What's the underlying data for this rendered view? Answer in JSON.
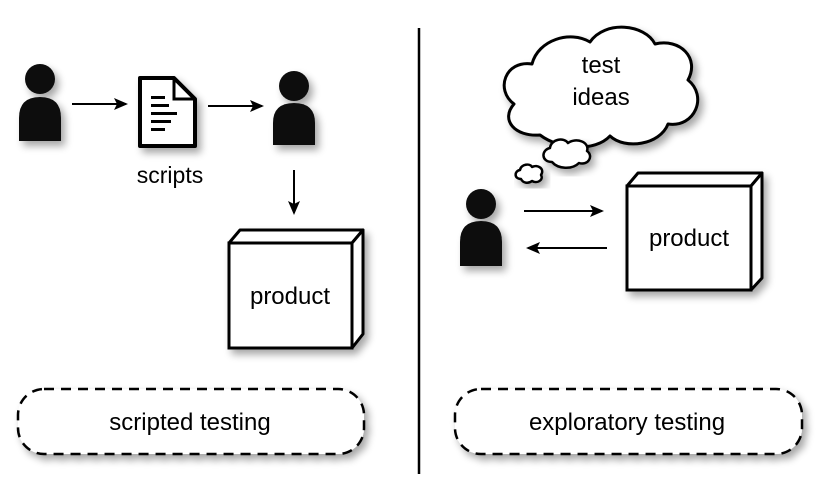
{
  "scripted": {
    "scripts_label": "scripts",
    "product_label": "product",
    "caption": "scripted testing"
  },
  "exploratory": {
    "thought_line1": "test",
    "thought_line2": "ideas",
    "product_label": "product",
    "caption": "exploratory testing"
  },
  "icons": {
    "person": "person-icon",
    "document": "document-icon",
    "box": "box-icon",
    "cloud": "cloud-icon",
    "arrow": "arrow-icon"
  },
  "colors": {
    "ink": "#000000",
    "person_fill": "#111111",
    "background": "#ffffff",
    "shadow": "#bbbbbb"
  }
}
